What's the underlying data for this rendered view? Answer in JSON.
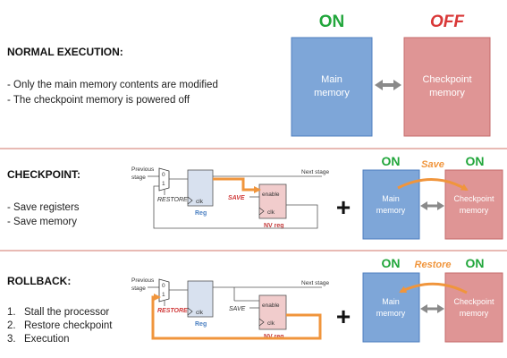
{
  "normal": {
    "title": "NORMAL EXECUTION:",
    "bullets": [
      "- Only the main memory contents are modified",
      "- The checkpoint memory is powered off"
    ],
    "on_label": "ON",
    "off_label": "OFF",
    "main_memory": [
      "Main",
      "memory"
    ],
    "checkpoint_memory": [
      "Checkpoint",
      "memory"
    ]
  },
  "checkpoint": {
    "title": "CHECKPOINT:",
    "bullets": [
      "- Save registers",
      "- Save memory"
    ],
    "circuit": {
      "previous_stage": [
        "Previous",
        "stage"
      ],
      "next_stage": "Next stage",
      "restore": "RESTORE",
      "save": "SAVE",
      "reg_label": "Reg",
      "nvreg_label": "NV reg",
      "clk": "clk",
      "enable": "enable",
      "mux_0": "0",
      "mux_1": "1"
    },
    "plus": "+",
    "on_left": "ON",
    "on_right": "ON",
    "action": "Save",
    "main_memory": [
      "Main",
      "memory"
    ],
    "checkpoint_memory": [
      "Checkpoint",
      "memory"
    ]
  },
  "rollback": {
    "title": "ROLLBACK:",
    "steps": [
      "Stall the processor",
      "Restore checkpoint",
      "Execution"
    ],
    "step_numbers": [
      "1.",
      "2.",
      "3."
    ],
    "circuit": {
      "previous_stage": [
        "Previous",
        "stage"
      ],
      "next_stage": "Next stage",
      "restore": "RESTORE",
      "save": "SAVE",
      "reg_label": "Reg",
      "nvreg_label": "NV reg",
      "clk": "clk",
      "enable": "enable",
      "mux_0": "0",
      "mux_1": "1"
    },
    "plus": "+",
    "on_left": "ON",
    "on_right": "ON",
    "action": "Restore",
    "main_memory": [
      "Main",
      "memory"
    ],
    "checkpoint_memory": [
      "Checkpoint",
      "memory"
    ]
  },
  "colors": {
    "main_memory_fill": "#7ea6d8",
    "main_memory_stroke": "#4f7fbf",
    "checkpoint_fill": "#df9595",
    "checkpoint_stroke": "#c46a6a",
    "on": "#21a63b",
    "off": "#d93838",
    "highlight": "#f0953c",
    "divider": "#e0a49b",
    "arrow_gray": "#8a8a8a"
  }
}
